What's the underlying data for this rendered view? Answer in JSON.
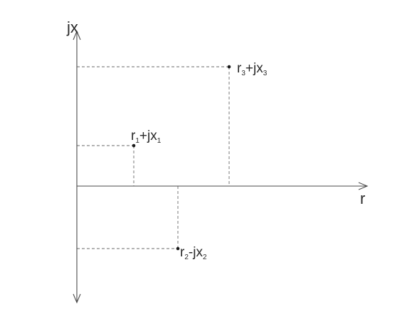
{
  "diagram": {
    "axes": {
      "horizontal_label": "r",
      "vertical_label": "jx"
    },
    "points": [
      {
        "id": "p1",
        "r": "r",
        "r_sub": "1",
        "op": "+",
        "jx": "jx",
        "x_sub": "1"
      },
      {
        "id": "p2",
        "r": "r",
        "r_sub": "2",
        "op": "-",
        "jx": "jx",
        "x_sub": "2"
      },
      {
        "id": "p3",
        "r": "r",
        "r_sub": "3",
        "op": "+",
        "jx": "jx",
        "x_sub": "3"
      }
    ],
    "colors": {
      "line": "#4a4a4a",
      "dashed_guide": "#6a6a6a",
      "text": "#2a2a2a"
    }
  }
}
